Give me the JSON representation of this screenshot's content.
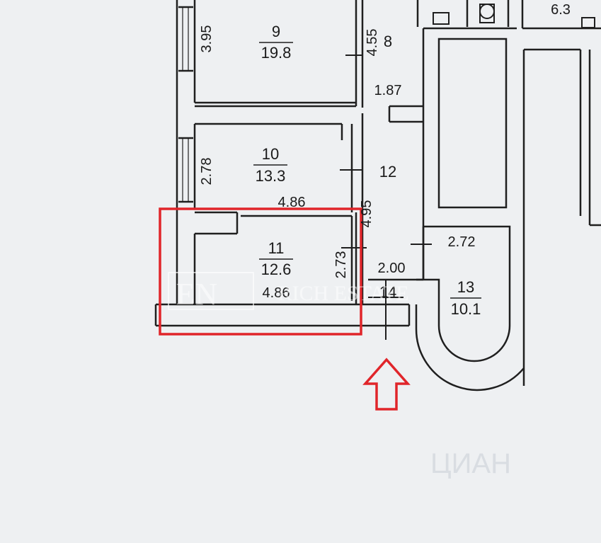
{
  "rooms": {
    "r9": {
      "number": "9",
      "area": "19.8"
    },
    "r10": {
      "number": "10",
      "area": "13.3"
    },
    "r11": {
      "number": "11",
      "area": "12.6"
    },
    "r12": {
      "number": "12"
    },
    "r13": {
      "number": "13",
      "area": "10.1"
    },
    "r14": {
      "number": "14"
    },
    "r8": {
      "number": "8"
    }
  },
  "dimensions": {
    "d395": "3.95",
    "d455": "4.55",
    "d187": "1.87",
    "d278": "2.78",
    "d486a": "4.86",
    "d495": "4.95",
    "d273": "2.73",
    "d486b": "4.86",
    "d200": "2.00",
    "d272": "2.72",
    "d63": "6.3"
  },
  "watermarks": {
    "logo": "EN",
    "agency": "RICH ESTATE",
    "site": "ЦИАН"
  },
  "colors": {
    "highlight": "#e0252a",
    "line": "#1f1f1f",
    "paper": "#eef0f2"
  }
}
